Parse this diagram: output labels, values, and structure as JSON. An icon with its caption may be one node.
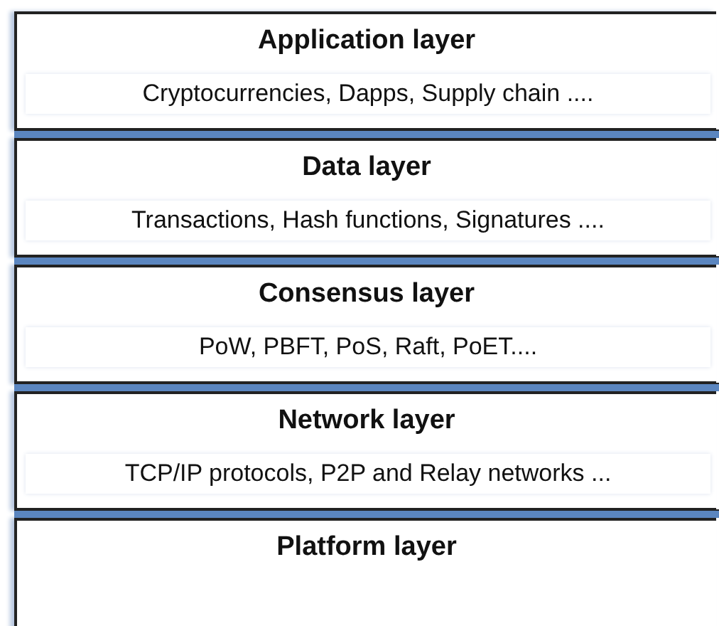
{
  "diagram": {
    "nodes": [
      {
        "text": [
          "Application layer",
          "Cryptocurrencies, Dapps, Supply chain ...."
        ]
      },
      {
        "text": [
          "Data layer",
          "Transactions,  Hash functions, Signatures ...."
        ]
      },
      {
        "text": [
          "Consensus layer",
          "PoW, PBFT, PoS, Raft, PoET...."
        ]
      },
      {
        "text": [
          "Network layer",
          "TCP/IP protocols, P2P and Relay networks ..."
        ]
      },
      {
        "text": [
          "Platform layer"
        ]
      }
    ]
  }
}
